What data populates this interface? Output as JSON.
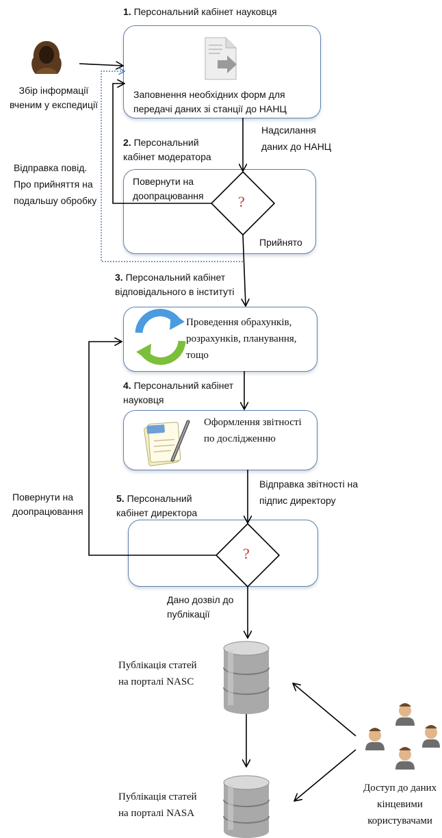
{
  "step1": {
    "num": "1.",
    "title": "Персональний кабінет науковця",
    "box_text": "Заповнення необхідних форм для\nпередачі даних зі станції до НАНЦ"
  },
  "collect_text": "Збір інформації\nвченим у експедиції",
  "send_text": "Надсилання\nданих до НАНЦ",
  "step2": {
    "num": "2.",
    "title": "Персональний\nкабінет модератора",
    "return_text": "Повернути на\nдоопрацювання",
    "question": "?",
    "accepted_text": "Прийнято"
  },
  "notify_text": "Відправка повід.\nПро прийняття на\nподальшу обробку",
  "step3": {
    "num": "3.",
    "title": "Персональний кабінет\nвідповідального в інституті",
    "box_text": "Проведення обрахунків,\nрозрахунків, планування,\nтощо"
  },
  "step4": {
    "num": "4.",
    "title": "Персональний кабінет\nнауковця",
    "box_text": "Оформлення звітності\nпо дослідженню"
  },
  "report_send_text": "Відправка звітності на\nпідпис директору",
  "step5": {
    "num": "5.",
    "title": "Персональний\nкабінет директора",
    "question": "?"
  },
  "return2_text": "Повернути на\nдоопрацювання",
  "permission_text": "Дано дозвіл до\nпублікації",
  "pub_nasc_text": "Публікація статей\nна порталі NASC",
  "pub_nasa_text": "Публікація статей\nна порталі NASA",
  "access_text": "Доступ до даних\nкінцевими\nкористувачами",
  "colors": {
    "box_border": "#5b7fae",
    "question": "#c0392b",
    "dotted": "#4a78c0"
  },
  "icons": [
    "person-hooded-icon",
    "document-forward-icon",
    "refresh-cycle-icon",
    "notes-pen-icon",
    "database-icon",
    "users-group-icon"
  ]
}
